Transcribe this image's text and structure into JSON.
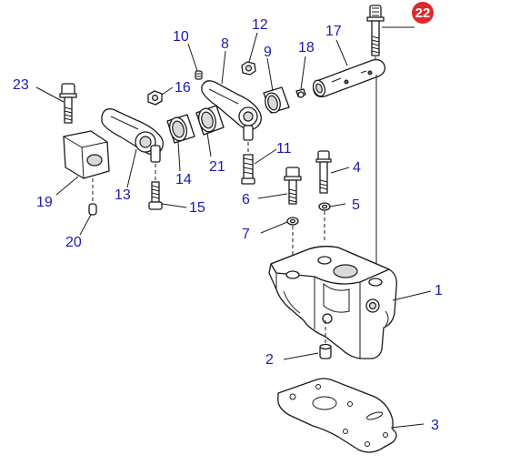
{
  "highlight_color": "#e0282a",
  "label_color": "#1a1ab4",
  "callouts": [
    {
      "id": "1",
      "text": "1"
    },
    {
      "id": "2",
      "text": "2"
    },
    {
      "id": "3",
      "text": "3"
    },
    {
      "id": "4",
      "text": "4"
    },
    {
      "id": "5",
      "text": "5"
    },
    {
      "id": "6",
      "text": "6"
    },
    {
      "id": "7",
      "text": "7"
    },
    {
      "id": "8",
      "text": "8"
    },
    {
      "id": "9",
      "text": "9"
    },
    {
      "id": "10",
      "text": "10"
    },
    {
      "id": "11",
      "text": "11"
    },
    {
      "id": "12",
      "text": "12"
    },
    {
      "id": "13",
      "text": "13"
    },
    {
      "id": "14",
      "text": "14"
    },
    {
      "id": "15",
      "text": "15"
    },
    {
      "id": "16",
      "text": "16"
    },
    {
      "id": "17",
      "text": "17"
    },
    {
      "id": "18",
      "text": "18"
    },
    {
      "id": "19",
      "text": "19"
    },
    {
      "id": "20",
      "text": "20"
    },
    {
      "id": "21",
      "text": "21"
    },
    {
      "id": "22",
      "text": "22",
      "highlighted": true
    },
    {
      "id": "23",
      "text": "23"
    }
  ]
}
